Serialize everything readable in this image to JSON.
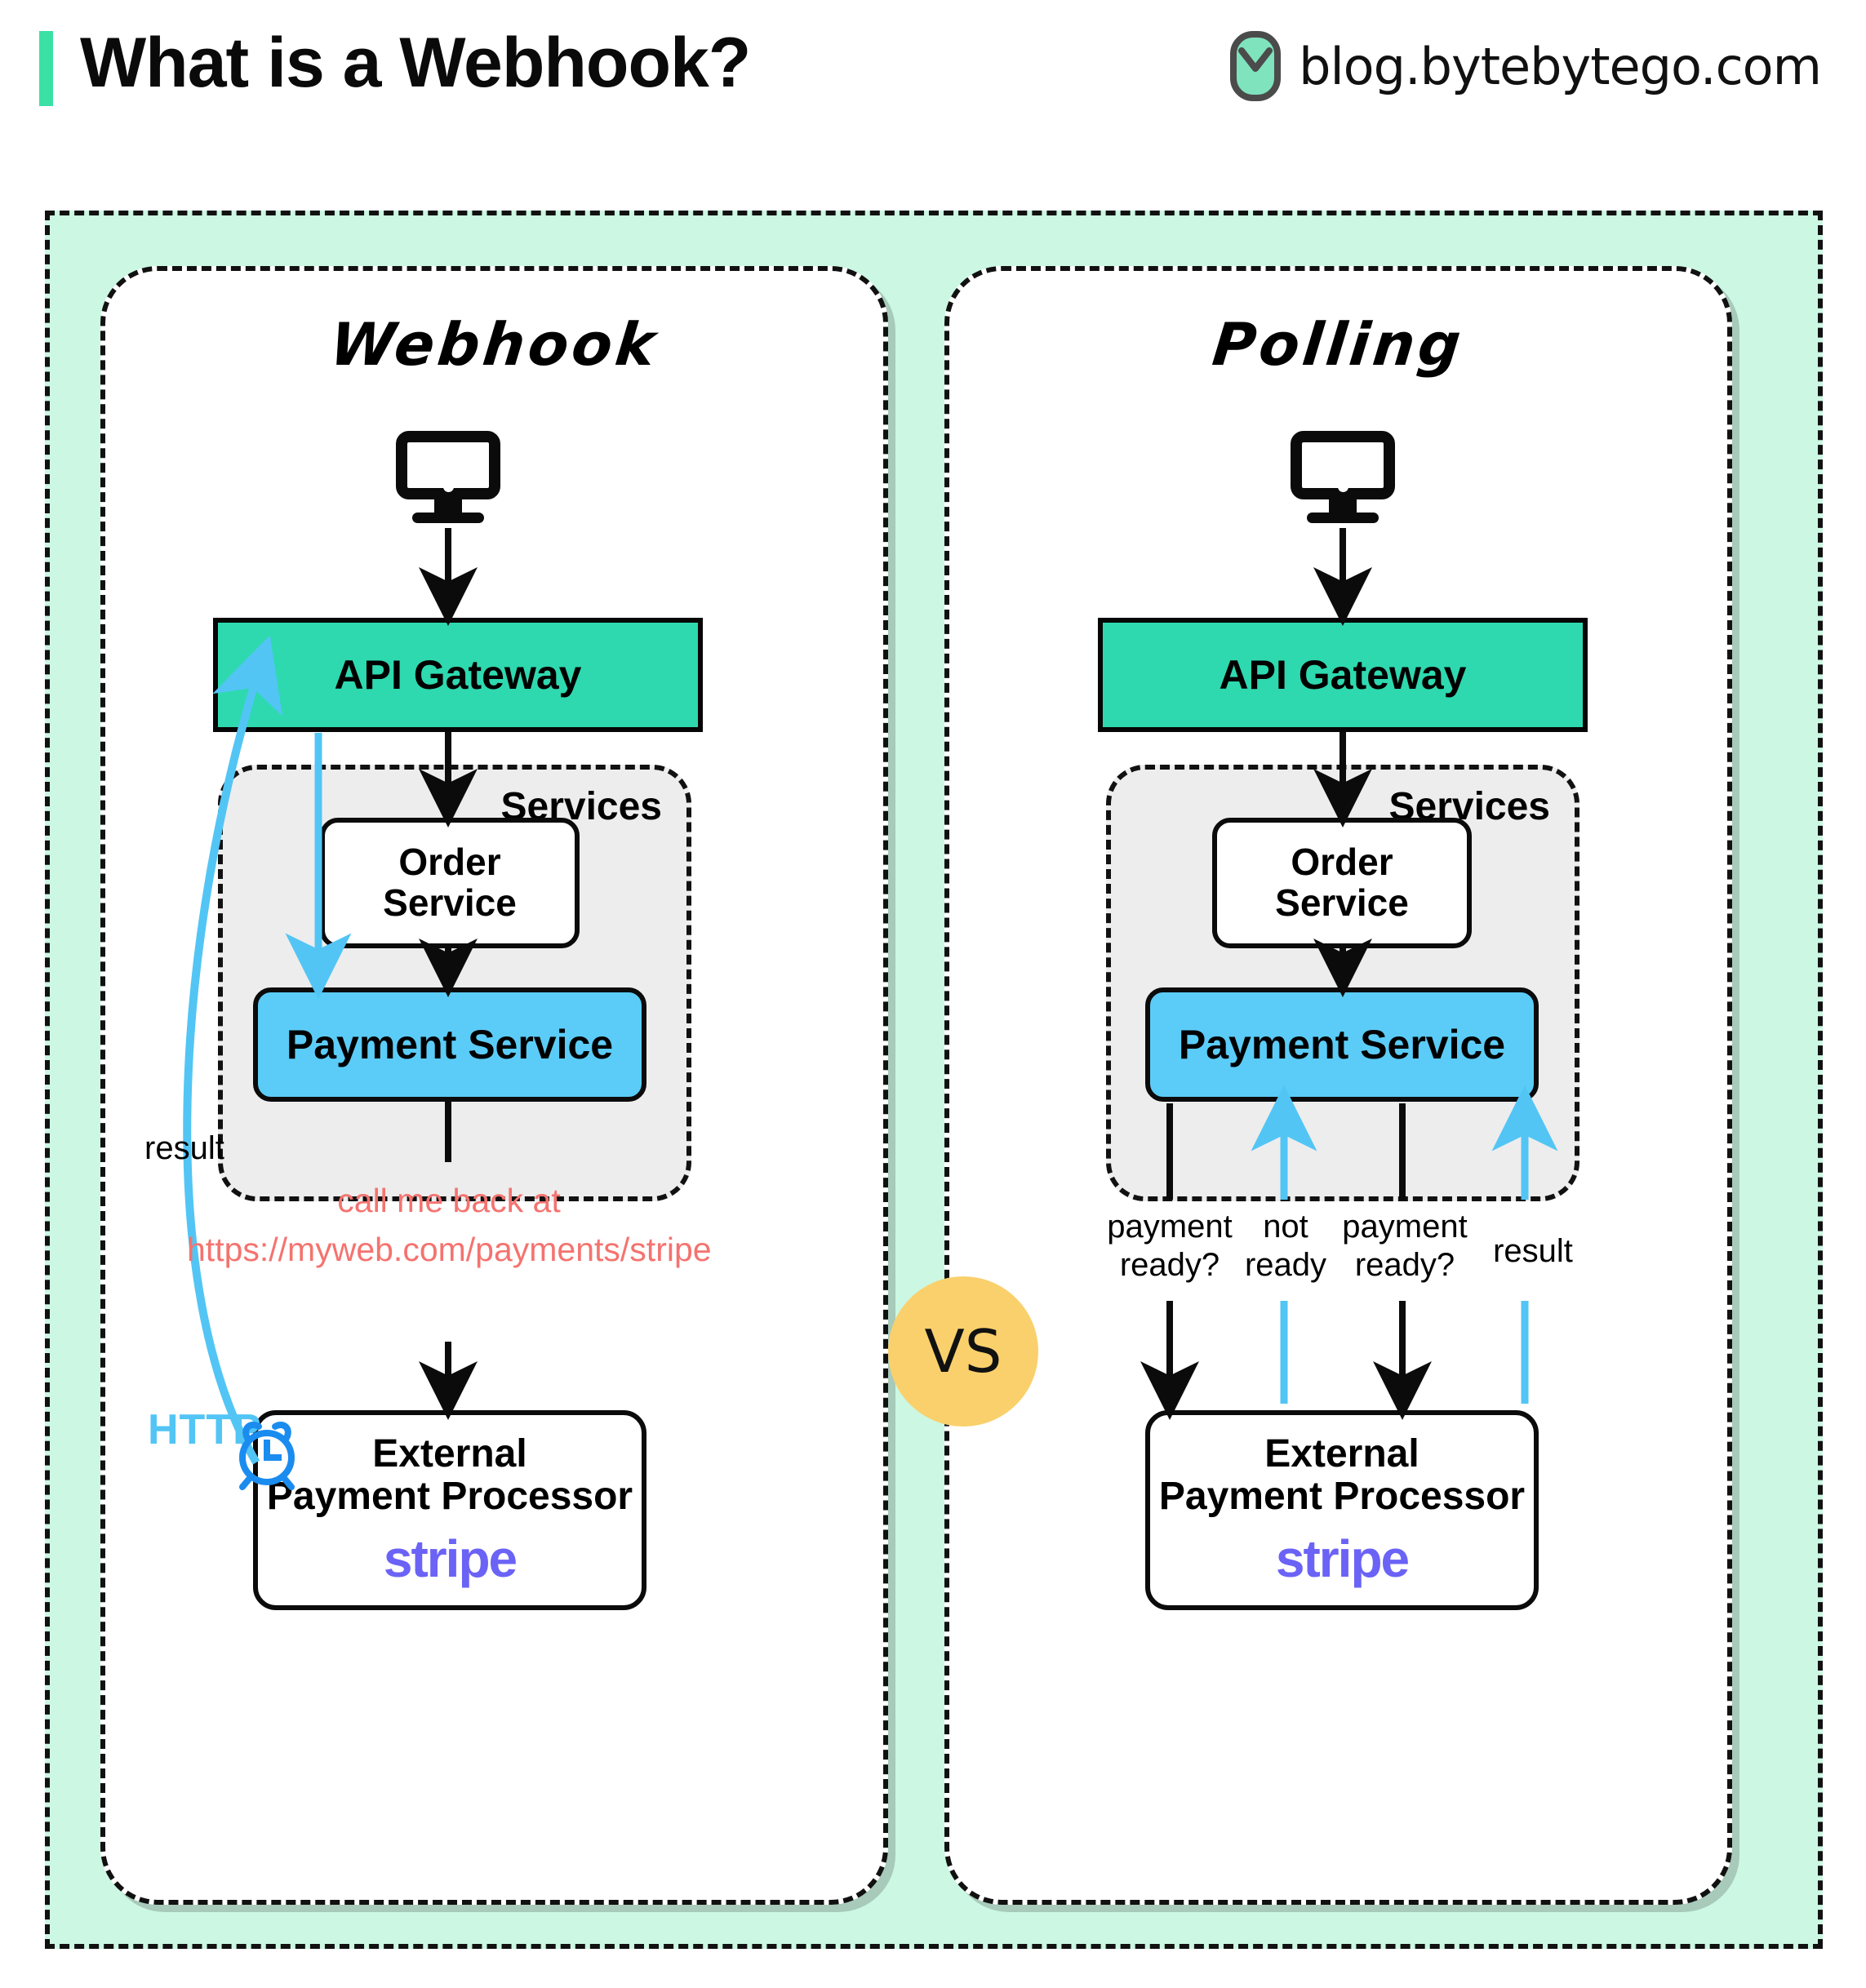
{
  "header": {
    "title": "What is a Webhook?",
    "brand_text": "blog.bytebytego.com",
    "accent_bar_color": "#3BE0A4",
    "logo_icon": "bytebytego-logo-icon"
  },
  "theme": {
    "outer_background": "#CCF7E3",
    "panel_background": "#FFFFFF",
    "gateway_color": "#2ED9AF",
    "payment_color": "#5BCCF7",
    "services_group_color": "#EDEDED",
    "vs_badge_color": "#FAD06C",
    "callback_text_color": "#F4736F",
    "http_label_color": "#52C5F5",
    "arrow_blue": "#52C5F5",
    "clock_blue": "#1B8CEF",
    "stripe_color": "#6B63F6"
  },
  "vs_badge": {
    "label": "VS"
  },
  "panels": [
    {
      "id": "webhook",
      "title": "Webhook",
      "client_icon": "monitor-icon",
      "gateway_label": "API Gateway",
      "services_label": "Services",
      "order_service_line1": "Order",
      "order_service_line2": "Service",
      "payment_service_label": "Payment Service",
      "external_line1": "External",
      "external_line2": "Payment Processor",
      "external_logo": "stripe",
      "edge_labels": [
        {
          "name": "result",
          "text": "result",
          "color": "#000000"
        },
        {
          "name": "callback-line-1",
          "text": "call me back at",
          "color": "#F4736F"
        },
        {
          "name": "callback-line-2",
          "text": "https://myweb.com/payments/stripe",
          "color": "#F4736F"
        },
        {
          "name": "http",
          "text": "HTTP",
          "color": "#52C5F5"
        }
      ],
      "clock_icon": "alarm-clock-icon"
    },
    {
      "id": "polling",
      "title": "Polling",
      "client_icon": "monitor-icon",
      "gateway_label": "API Gateway",
      "services_label": "Services",
      "order_service_line1": "Order",
      "order_service_line2": "Service",
      "payment_service_label": "Payment Service",
      "external_line1": "External",
      "external_line2": "Payment Processor",
      "external_logo": "stripe",
      "edge_labels": [
        {
          "name": "poll-1",
          "line1": "payment",
          "line2": "ready?",
          "color": "#000000"
        },
        {
          "name": "poll-reply-1",
          "line1": "not",
          "line2": "ready",
          "color": "#000000"
        },
        {
          "name": "poll-2",
          "line1": "payment",
          "line2": "ready?",
          "color": "#000000"
        },
        {
          "name": "poll-result",
          "line1": "result",
          "line2": "",
          "color": "#000000"
        }
      ]
    }
  ]
}
